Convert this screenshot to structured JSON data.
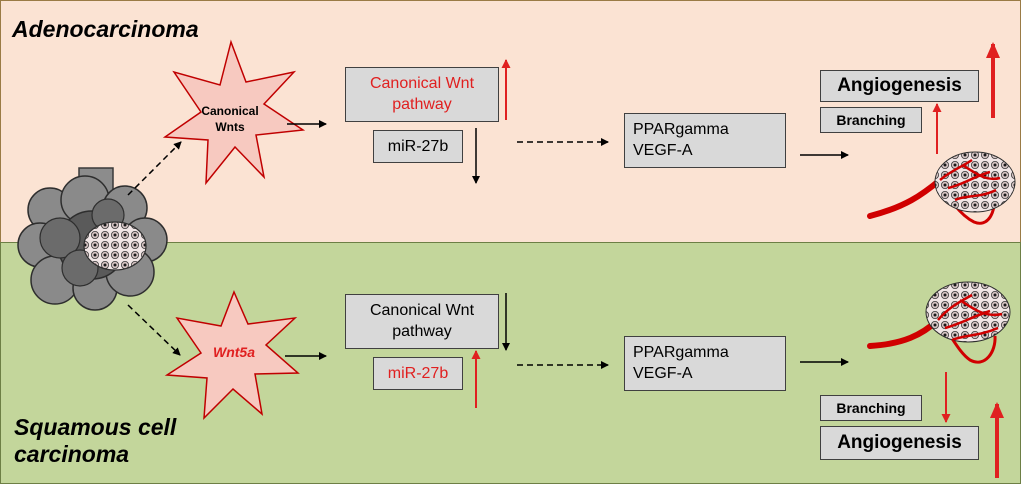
{
  "colors": {
    "adeno_bg": "#fbe3d3",
    "squamous_bg": "#c3d69b",
    "box_fill": "#d9d9d9",
    "up_arrow": "#e02020",
    "down_arrow_blue": "#5b9bd5",
    "burst_fill": "#f7c9c0",
    "tumor_gray": "#7f7f7f",
    "tumor_dark": "#4d4d4d"
  },
  "top": {
    "title": "Adenocarcinoma",
    "wnt_line1": "Canonical",
    "wnt_line2": "Wnts",
    "pathway_line1": "Canonical Wnt",
    "pathway_line2": "pathway",
    "mirna": "miR-27b",
    "pparg": "PPARgamma",
    "vegfa": "VEGF-A",
    "angiogenesis": "Angiogenesis",
    "branching": "Branching"
  },
  "bottom": {
    "title_line1": "Squamous cell",
    "title_line2": "carcinoma",
    "wnt": "Wnt5a",
    "pathway_line1": "Canonical Wnt",
    "pathway_line2": "pathway",
    "mirna": "miR-27b",
    "pparg": "PPARgamma",
    "vegfa": "VEGF-A",
    "branching": "Branching",
    "angiogenesis": "Angiogenesis"
  }
}
